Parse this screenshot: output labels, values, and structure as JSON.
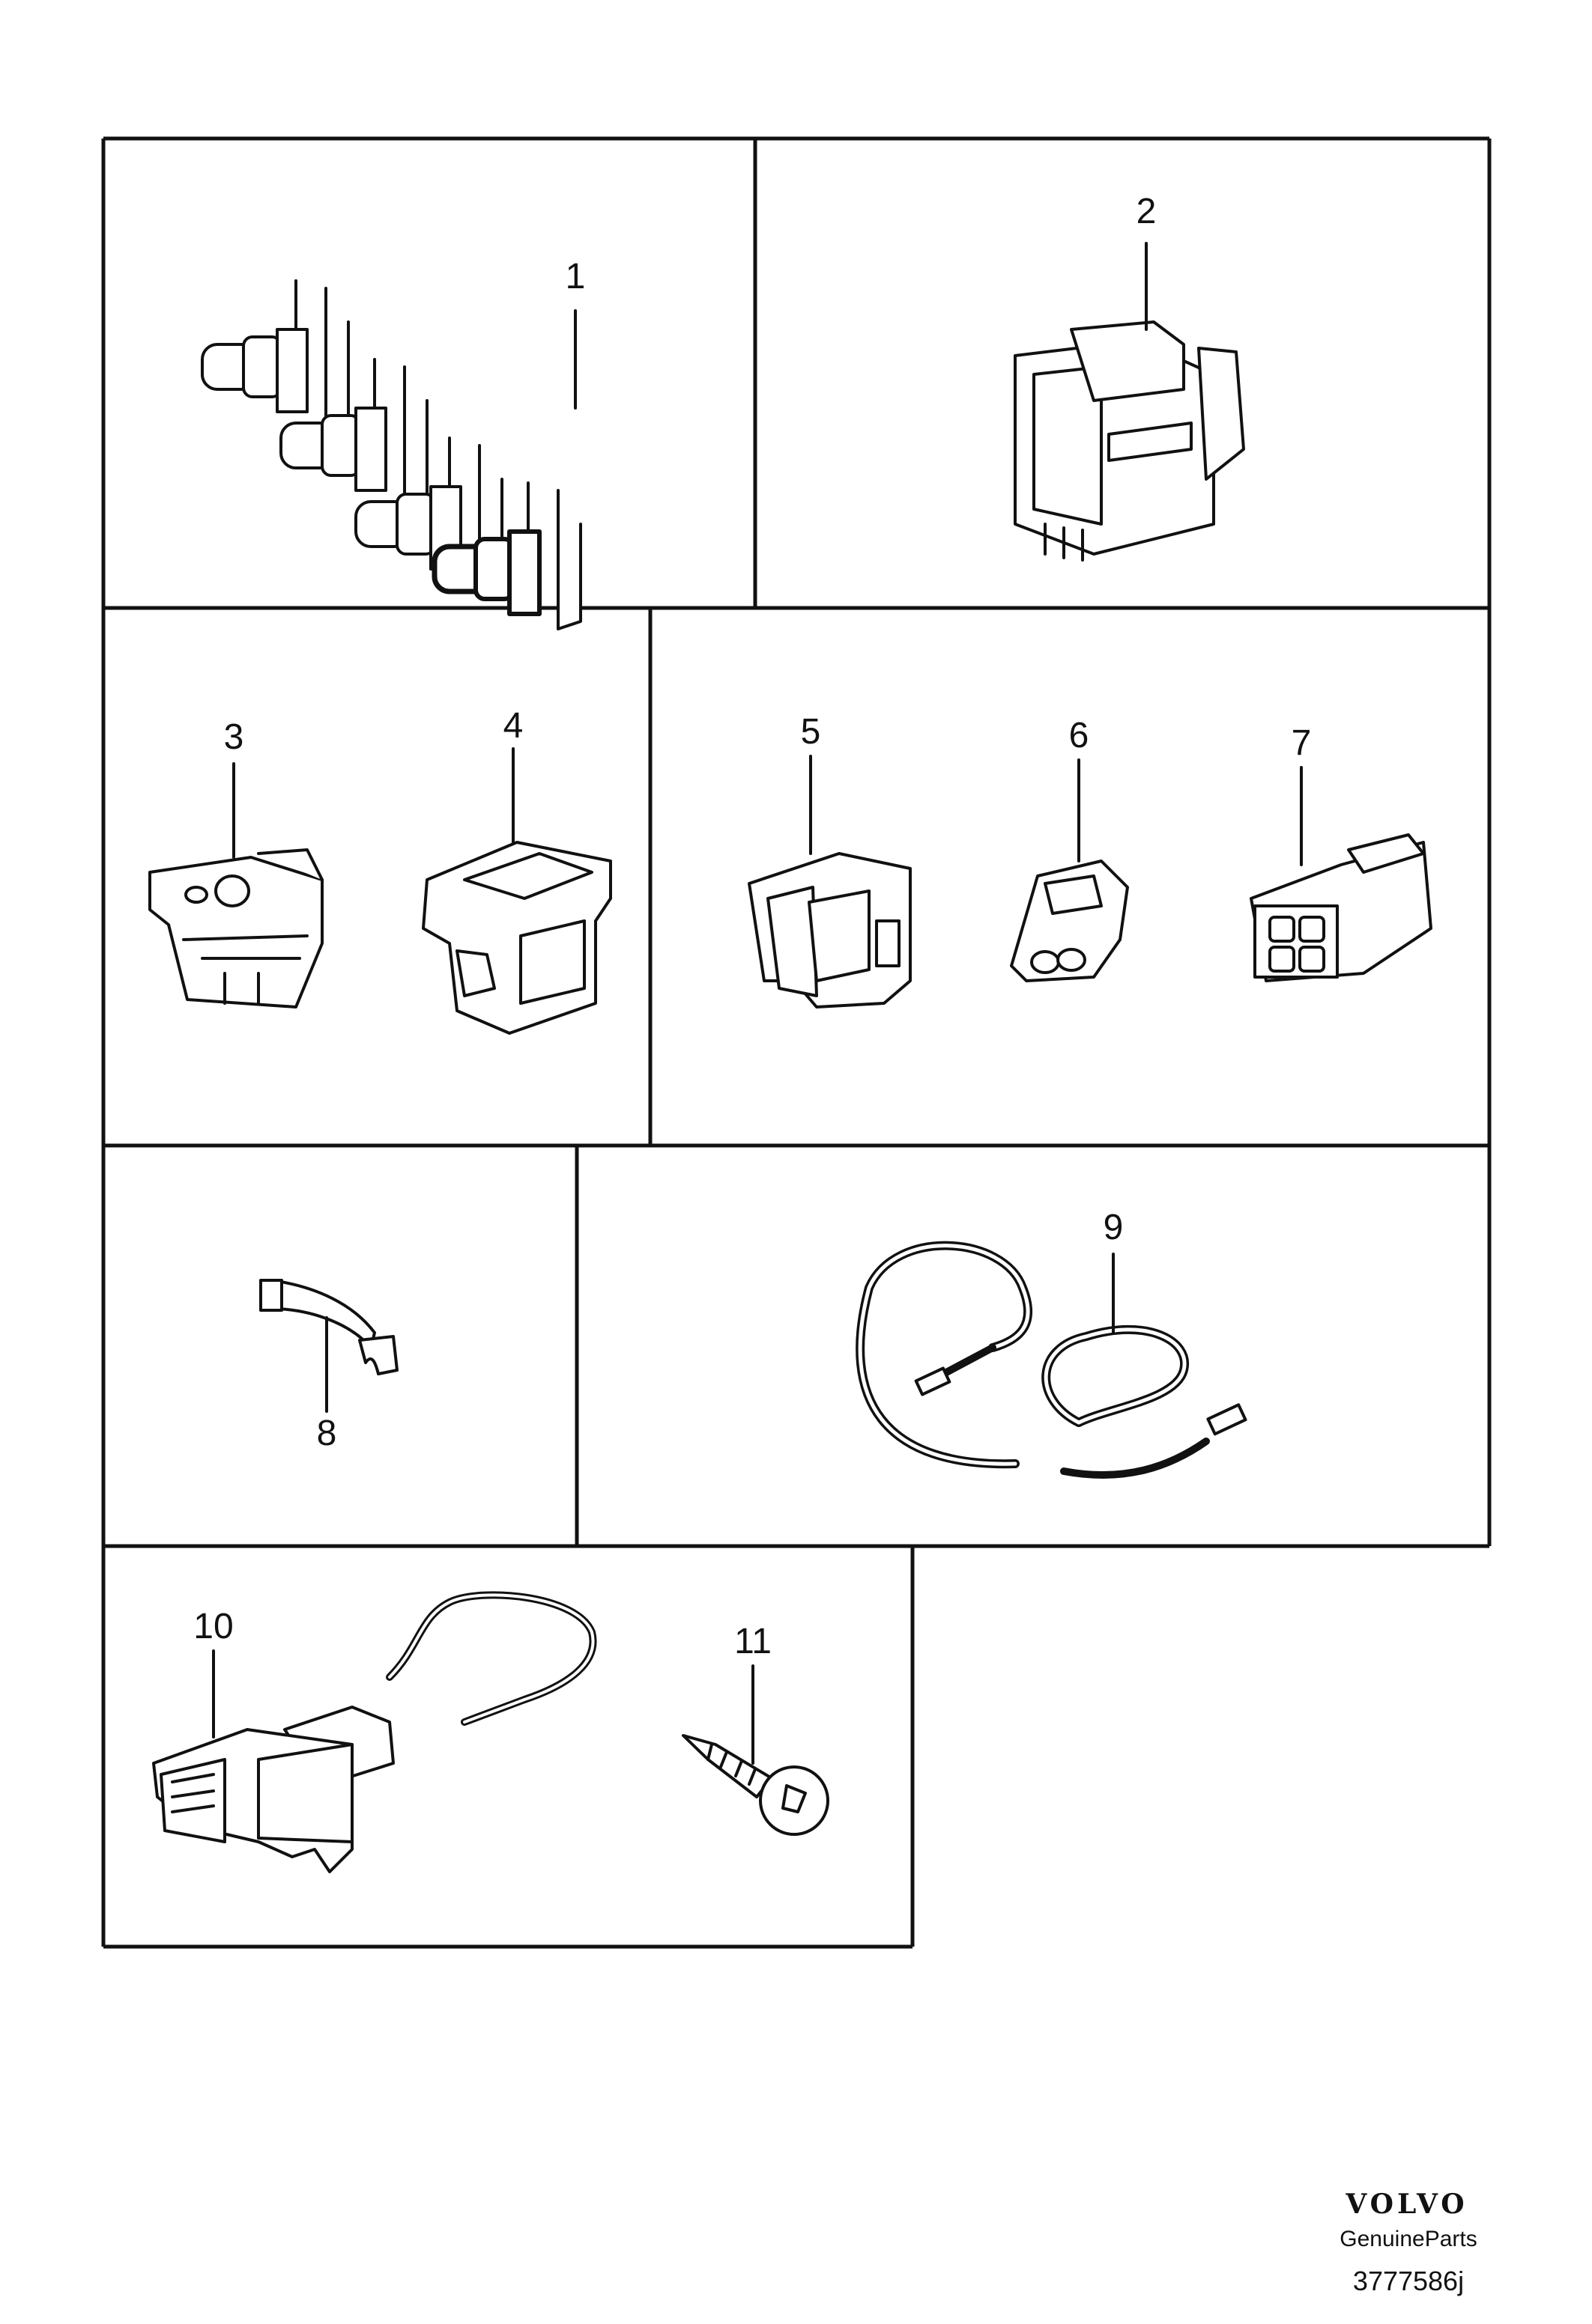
{
  "callouts": [
    "1",
    "2",
    "3",
    "4",
    "5",
    "6",
    "7",
    "8",
    "9",
    "10",
    "11"
  ],
  "brand": {
    "logo_text": "VOLVO",
    "subtitle": "GenuineParts",
    "document_number": "3777586j"
  },
  "colors": {
    "line": "#111111",
    "background": "#ffffff"
  }
}
